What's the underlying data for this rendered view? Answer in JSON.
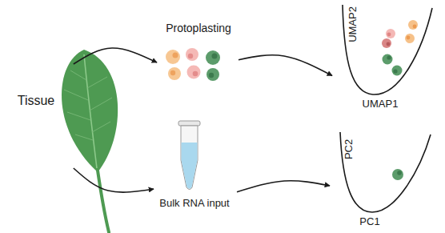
{
  "diagram": {
    "nodes": [
      {
        "text": [
          "Tissue"
        ]
      },
      {
        "text": [
          "Protoplasting"
        ]
      },
      {
        "text": [
          "Bulk RNA input"
        ]
      },
      {
        "text": [
          "UMAP2",
          "UMAP1"
        ]
      },
      {
        "text": [
          "PC2",
          "PC1"
        ]
      }
    ],
    "edges": [
      {
        "from": 0,
        "to": 1,
        "arrow": "to"
      },
      {
        "from": 0,
        "to": 2,
        "arrow": "to"
      },
      {
        "from": 1,
        "to": 3,
        "arrow": "to"
      },
      {
        "from": 2,
        "to": 4,
        "arrow": "to"
      }
    ]
  }
}
